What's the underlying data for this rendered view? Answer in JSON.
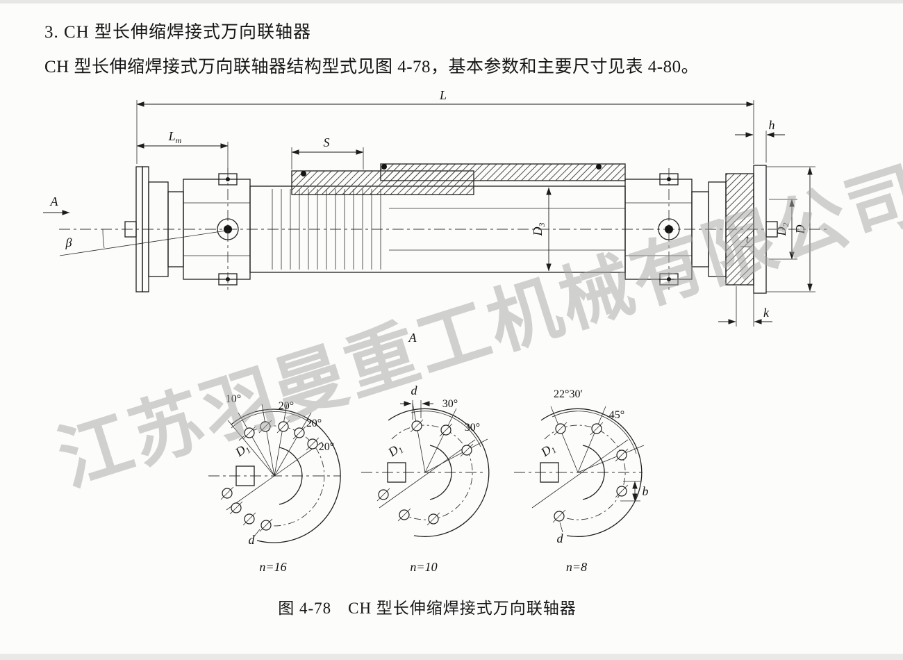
{
  "document": {
    "heading": "3. CH 型长伸缩焊接式万向联轴器",
    "body": "CH 型长伸缩焊接式万向联轴器结构型式见图 4-78，基本参数和主要尺寸见表 4-80。",
    "caption": "图 4-78　CH 型长伸缩焊接式万向联轴器",
    "watermark": "江苏羽曼重工机械有限公司"
  },
  "figure": {
    "dims": {
      "L": "L",
      "Lm_base": "L",
      "Lm_sub": "m",
      "S": "S",
      "h": "h",
      "view_A": "A",
      "beta": "β",
      "D3_base": "D",
      "D3_sub": "3",
      "D2_base": "D",
      "D2_sub": "2",
      "D": "D",
      "t": "t",
      "k": "k",
      "section_A": "A"
    },
    "details": [
      {
        "angles": [
          "10°",
          "20°",
          "20°",
          "20°"
        ],
        "d": "d",
        "D1_base": "D",
        "D1_sub": "1",
        "n": "n=16"
      },
      {
        "angles": [
          "30°",
          "30°"
        ],
        "d": "d",
        "D1_base": "D",
        "D1_sub": "1",
        "n": "n=10"
      },
      {
        "angles": [
          "22°30′",
          "45°"
        ],
        "d": "d",
        "b": "b",
        "D1_base": "D",
        "D1_sub": "1",
        "n": "n=8"
      }
    ]
  }
}
